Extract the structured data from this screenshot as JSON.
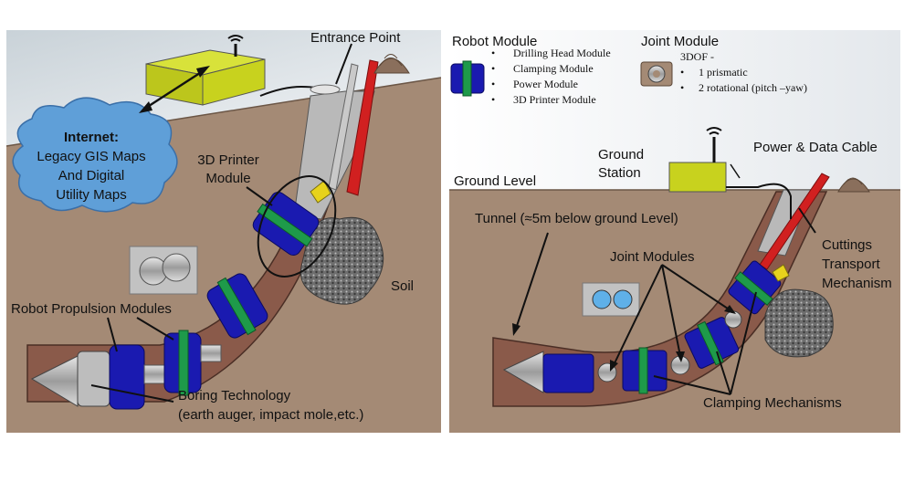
{
  "left_panel": {
    "entrance_point": "Entrance Point",
    "internet_cloud": [
      "Internet:",
      "Legacy GIS Maps",
      "And Digital",
      "Utility Maps"
    ],
    "printer_module_label": [
      "3D Printer",
      "Module"
    ],
    "soil_label": "Soil",
    "propulsion_label": "Robot Propulsion Modules",
    "boring_label": [
      "Boring Technology",
      "(earth auger, impact mole,etc.)"
    ]
  },
  "legend": {
    "robot_module_title": "Robot Module",
    "robot_module_items": [
      "Drilling Head Module",
      "Clamping Module",
      "Power Module",
      "3D Printer Module"
    ],
    "joint_module_title": "Joint Module",
    "joint_module_dof": "3DOF -",
    "joint_module_items": [
      "1 prismatic",
      "2 rotational (pitch –yaw)"
    ],
    "bullet": "•"
  },
  "right_panel": {
    "ground_station": [
      "Ground",
      "Station"
    ],
    "power_data_cable": "Power & Data Cable",
    "ground_level": "Ground Level",
    "tunnel_label": "Tunnel (≈5m below ground Level)",
    "joint_modules_label": "Joint Modules",
    "cuttings_label": [
      "Cuttings",
      "Transport",
      "Mechanism"
    ],
    "clamping_label": "Clamping Mechanisms"
  },
  "colors": {
    "soil": "#a48a75",
    "sky": "#dfe6ea",
    "tunnel": "#8a5a4a",
    "module_blue": "#1a1ab0",
    "clamp_green": "#1e9a4a",
    "station_yellow": "#c8d21e",
    "cuttings_red": "#d12020",
    "cloud": "#5f9fd8"
  }
}
